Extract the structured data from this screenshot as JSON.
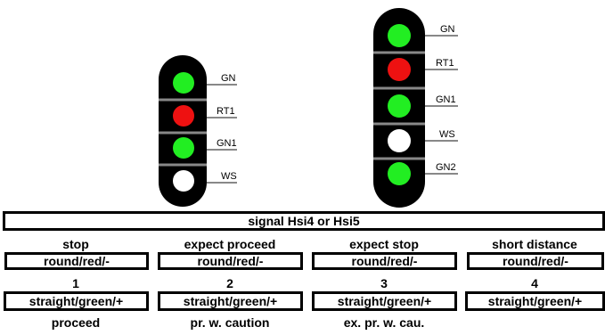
{
  "signals": [
    {
      "lamps": [
        {
          "label": "GN",
          "color": "#22ee22"
        },
        {
          "label": "RT1",
          "color": "#ee1111"
        },
        {
          "label": "GN1",
          "color": "#22ee22"
        },
        {
          "label": "WS",
          "color": "#ffffff"
        }
      ]
    },
    {
      "lamps": [
        {
          "label": "GN",
          "color": "#22ee22"
        },
        {
          "label": "RT1",
          "color": "#ee1111"
        },
        {
          "label": "GN1",
          "color": "#22ee22"
        },
        {
          "label": "WS",
          "color": "#ffffff"
        },
        {
          "label": "GN2",
          "color": "#22ee22"
        }
      ]
    }
  ],
  "table": {
    "header": "signal Hsi4 or Hsi5",
    "columns": [
      {
        "aspect": "stop",
        "upper": "round/red/-",
        "number": "1",
        "lower": "straight/green/+",
        "meaning": "proceed"
      },
      {
        "aspect": "expect proceed",
        "upper": "round/red/-",
        "number": "2",
        "lower": "straight/green/+",
        "meaning": "pr. w. caution"
      },
      {
        "aspect": "expect stop",
        "upper": "round/red/-",
        "number": "3",
        "lower": "straight/green/+",
        "meaning": "ex. pr. w. cau."
      },
      {
        "aspect": "short distance",
        "upper": "round/red/-",
        "number": "4",
        "lower": "straight/green/+",
        "meaning": ""
      }
    ]
  }
}
